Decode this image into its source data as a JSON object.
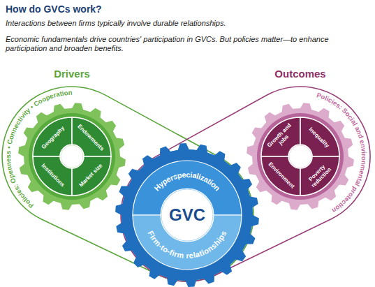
{
  "diagram": {
    "title": "How do GVCs work?",
    "nodes": [
      {
        "text": [
          "Drivers"
        ]
      },
      {
        "text": [
          "Geography"
        ],
        "in": 0
      },
      {
        "text": [
          "Endowments"
        ],
        "in": 0
      },
      {
        "text": [
          "Institutions"
        ],
        "in": 0
      },
      {
        "text": [
          "Market size"
        ],
        "in": 0
      },
      {
        "text": [
          "GVC"
        ]
      },
      {
        "text": [
          "Hyperspecialization"
        ],
        "in": 5
      },
      {
        "text": [
          "Firm-to-firm relationships"
        ],
        "in": 5
      },
      {
        "text": [
          "Outcomes"
        ]
      },
      {
        "text": [
          "Growth and jobs"
        ],
        "in": 8
      },
      {
        "text": [
          "Inequality"
        ],
        "in": 8
      },
      {
        "text": [
          "Environment"
        ],
        "in": 8
      },
      {
        "text": [
          "Poverty reduction"
        ],
        "in": 8
      }
    ],
    "edges": [
      {
        "from": 0,
        "to": 5,
        "arrow": "none"
      },
      {
        "from": 5,
        "to": 8,
        "arrow": "none"
      }
    ],
    "labels": [
      "Interactions between firms typically involve durable relationships.",
      "Economic fundamentals drive countries' participation in GVCs. But policies matter—to enhance participation and broaden benefits.",
      "Policies: Openness • Connectivity • Cooperation",
      "Policies: Social and environmental protection"
    ]
  }
}
